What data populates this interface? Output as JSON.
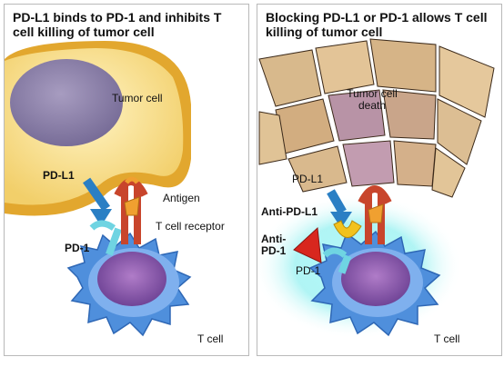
{
  "panels": [
    {
      "title": "PD-L1 binds to PD-1 and inhibits T cell killing of tumor cell",
      "labels": {
        "tumor_cell": "Tumor cell",
        "pd_l1": "PD-L1",
        "antigen": "Antigen",
        "t_cell_receptor": "T cell receptor",
        "pd_1": "PD-1",
        "t_cell": "T cell"
      }
    },
    {
      "title": "Blocking PD-L1 or PD-1 allows T cell killing of tumor cell",
      "labels": {
        "tumor_cell_death": "Tumor cell death",
        "pd_l1": "PD-L1",
        "anti_pd_l1": "Anti-PD-L1",
        "anti_pd_1": "Anti-PD-1",
        "pd_1": "PD-1",
        "t_cell": "T cell"
      }
    }
  ],
  "colors": {
    "tumor_cell": "#f5d779",
    "tumor_rim": "#e2a72e",
    "nucleus": "#8d83aa",
    "t_cell": "#4f8fdc",
    "t_cell_nucleus": "#7a4f9f",
    "pd_l1": "#2a7fc4",
    "pd_1": "#6fd4e2",
    "receptor": "#c8452c",
    "antigen": "#f0a030",
    "anti_pd_l1": "#f2c21d",
    "anti_pd_1": "#d8271e",
    "glow": "#8ff0f0"
  }
}
